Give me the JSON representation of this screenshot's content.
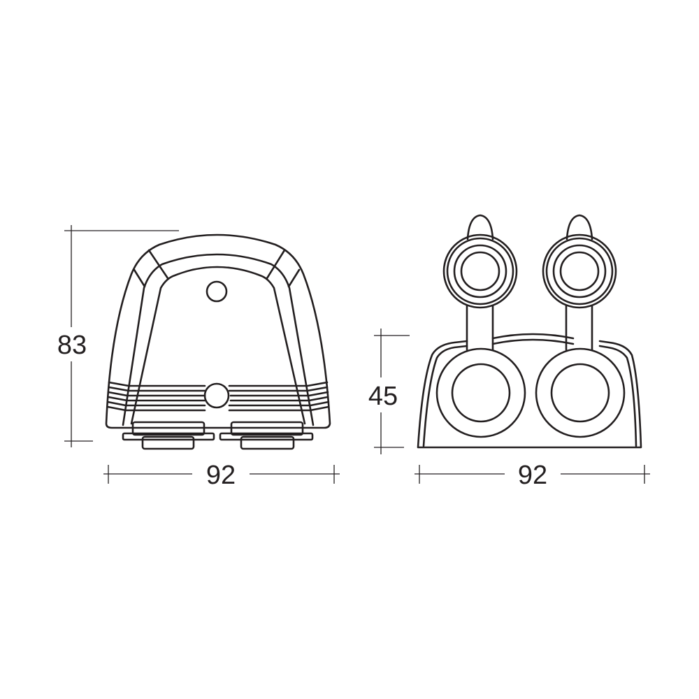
{
  "dimensions": {
    "front_height": "83",
    "front_width": "92",
    "side_height": "45",
    "side_width": "92"
  },
  "colors": {
    "line": "#231f20",
    "background": "#ffffff"
  }
}
